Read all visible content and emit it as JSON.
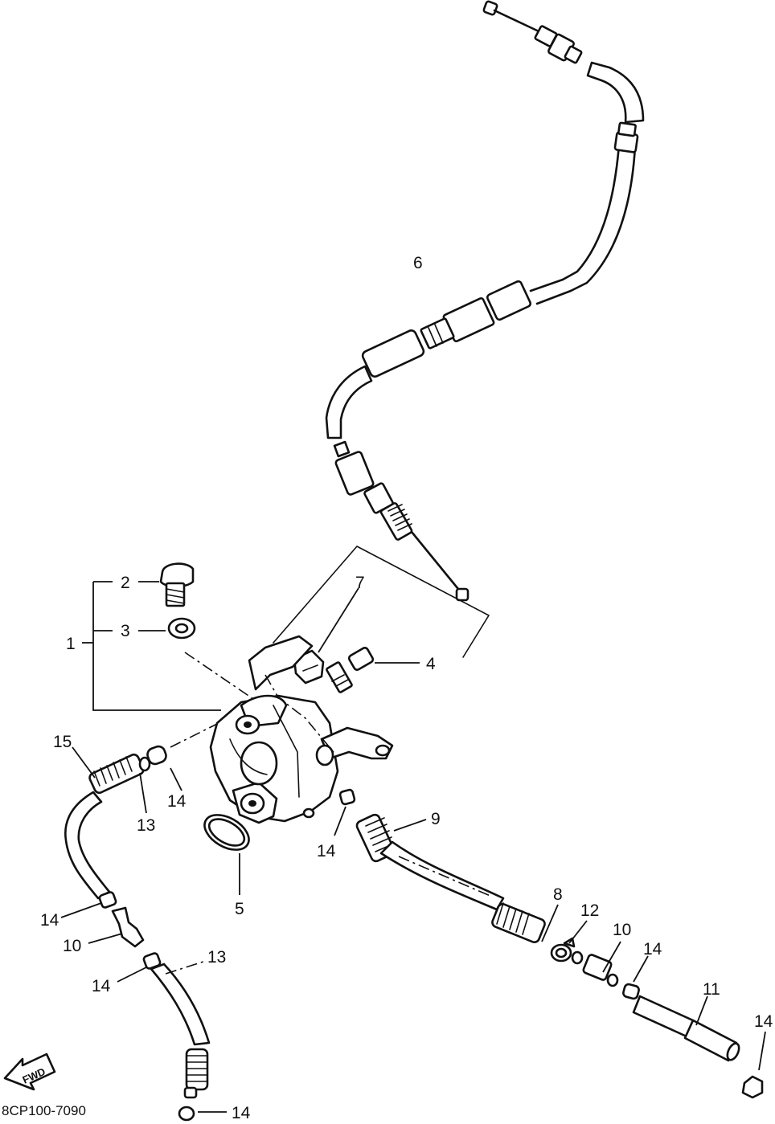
{
  "diagram": {
    "code": "8CP100-7090",
    "fwd_label": "FWD",
    "callouts": {
      "c1": "1",
      "c2": "2",
      "c3": "3",
      "c4": "4",
      "c5": "5",
      "c6": "6",
      "c7": "7",
      "c8": "8",
      "c9": "9",
      "c10a": "10",
      "c10b": "10",
      "c11": "11",
      "c12": "12",
      "c13a": "13",
      "c13b": "13",
      "c14a": "14",
      "c14b": "14",
      "c14c": "14",
      "c14d": "14",
      "c14e": "14",
      "c14f": "14",
      "c14g": "14",
      "c15": "15"
    }
  }
}
